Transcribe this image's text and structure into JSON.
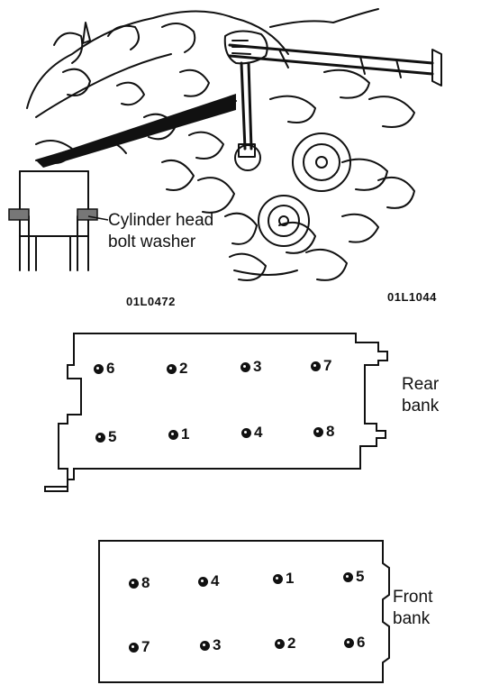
{
  "illustration": {
    "callout_text_line1": "Cylinder head",
    "callout_text_line2": "bolt washer",
    "figure_code_left": "01L0472",
    "figure_code_right": "01L1044"
  },
  "rear_bank": {
    "label_line1": "Rear",
    "label_line2": "bank",
    "bolts": [
      {
        "number": "6"
      },
      {
        "number": "2"
      },
      {
        "number": "3"
      },
      {
        "number": "7"
      },
      {
        "number": "5"
      },
      {
        "number": "1"
      },
      {
        "number": "4"
      },
      {
        "number": "8"
      }
    ]
  },
  "front_bank": {
    "label_line1": "Front",
    "label_line2": "bank",
    "bolts": [
      {
        "number": "8"
      },
      {
        "number": "4"
      },
      {
        "number": "1"
      },
      {
        "number": "5"
      },
      {
        "number": "7"
      },
      {
        "number": "3"
      },
      {
        "number": "2"
      },
      {
        "number": "6"
      }
    ]
  },
  "colors": {
    "ink": "#111111",
    "paper": "#ffffff"
  }
}
